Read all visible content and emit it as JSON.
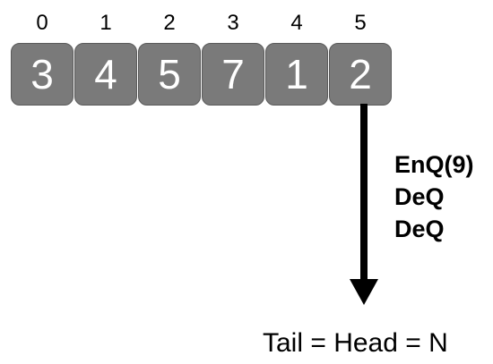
{
  "array": {
    "indices": [
      "0",
      "1",
      "2",
      "3",
      "4",
      "5"
    ],
    "values": [
      "3",
      "4",
      "5",
      "7",
      "1",
      "2"
    ]
  },
  "operations": [
    "EnQ(9)",
    "DeQ",
    "DeQ"
  ],
  "status_label": "Tail = Head = N",
  "colors": {
    "cell_fill": "#7a7a7a",
    "cell_text": "#ffffff",
    "arrow": "#000000"
  }
}
